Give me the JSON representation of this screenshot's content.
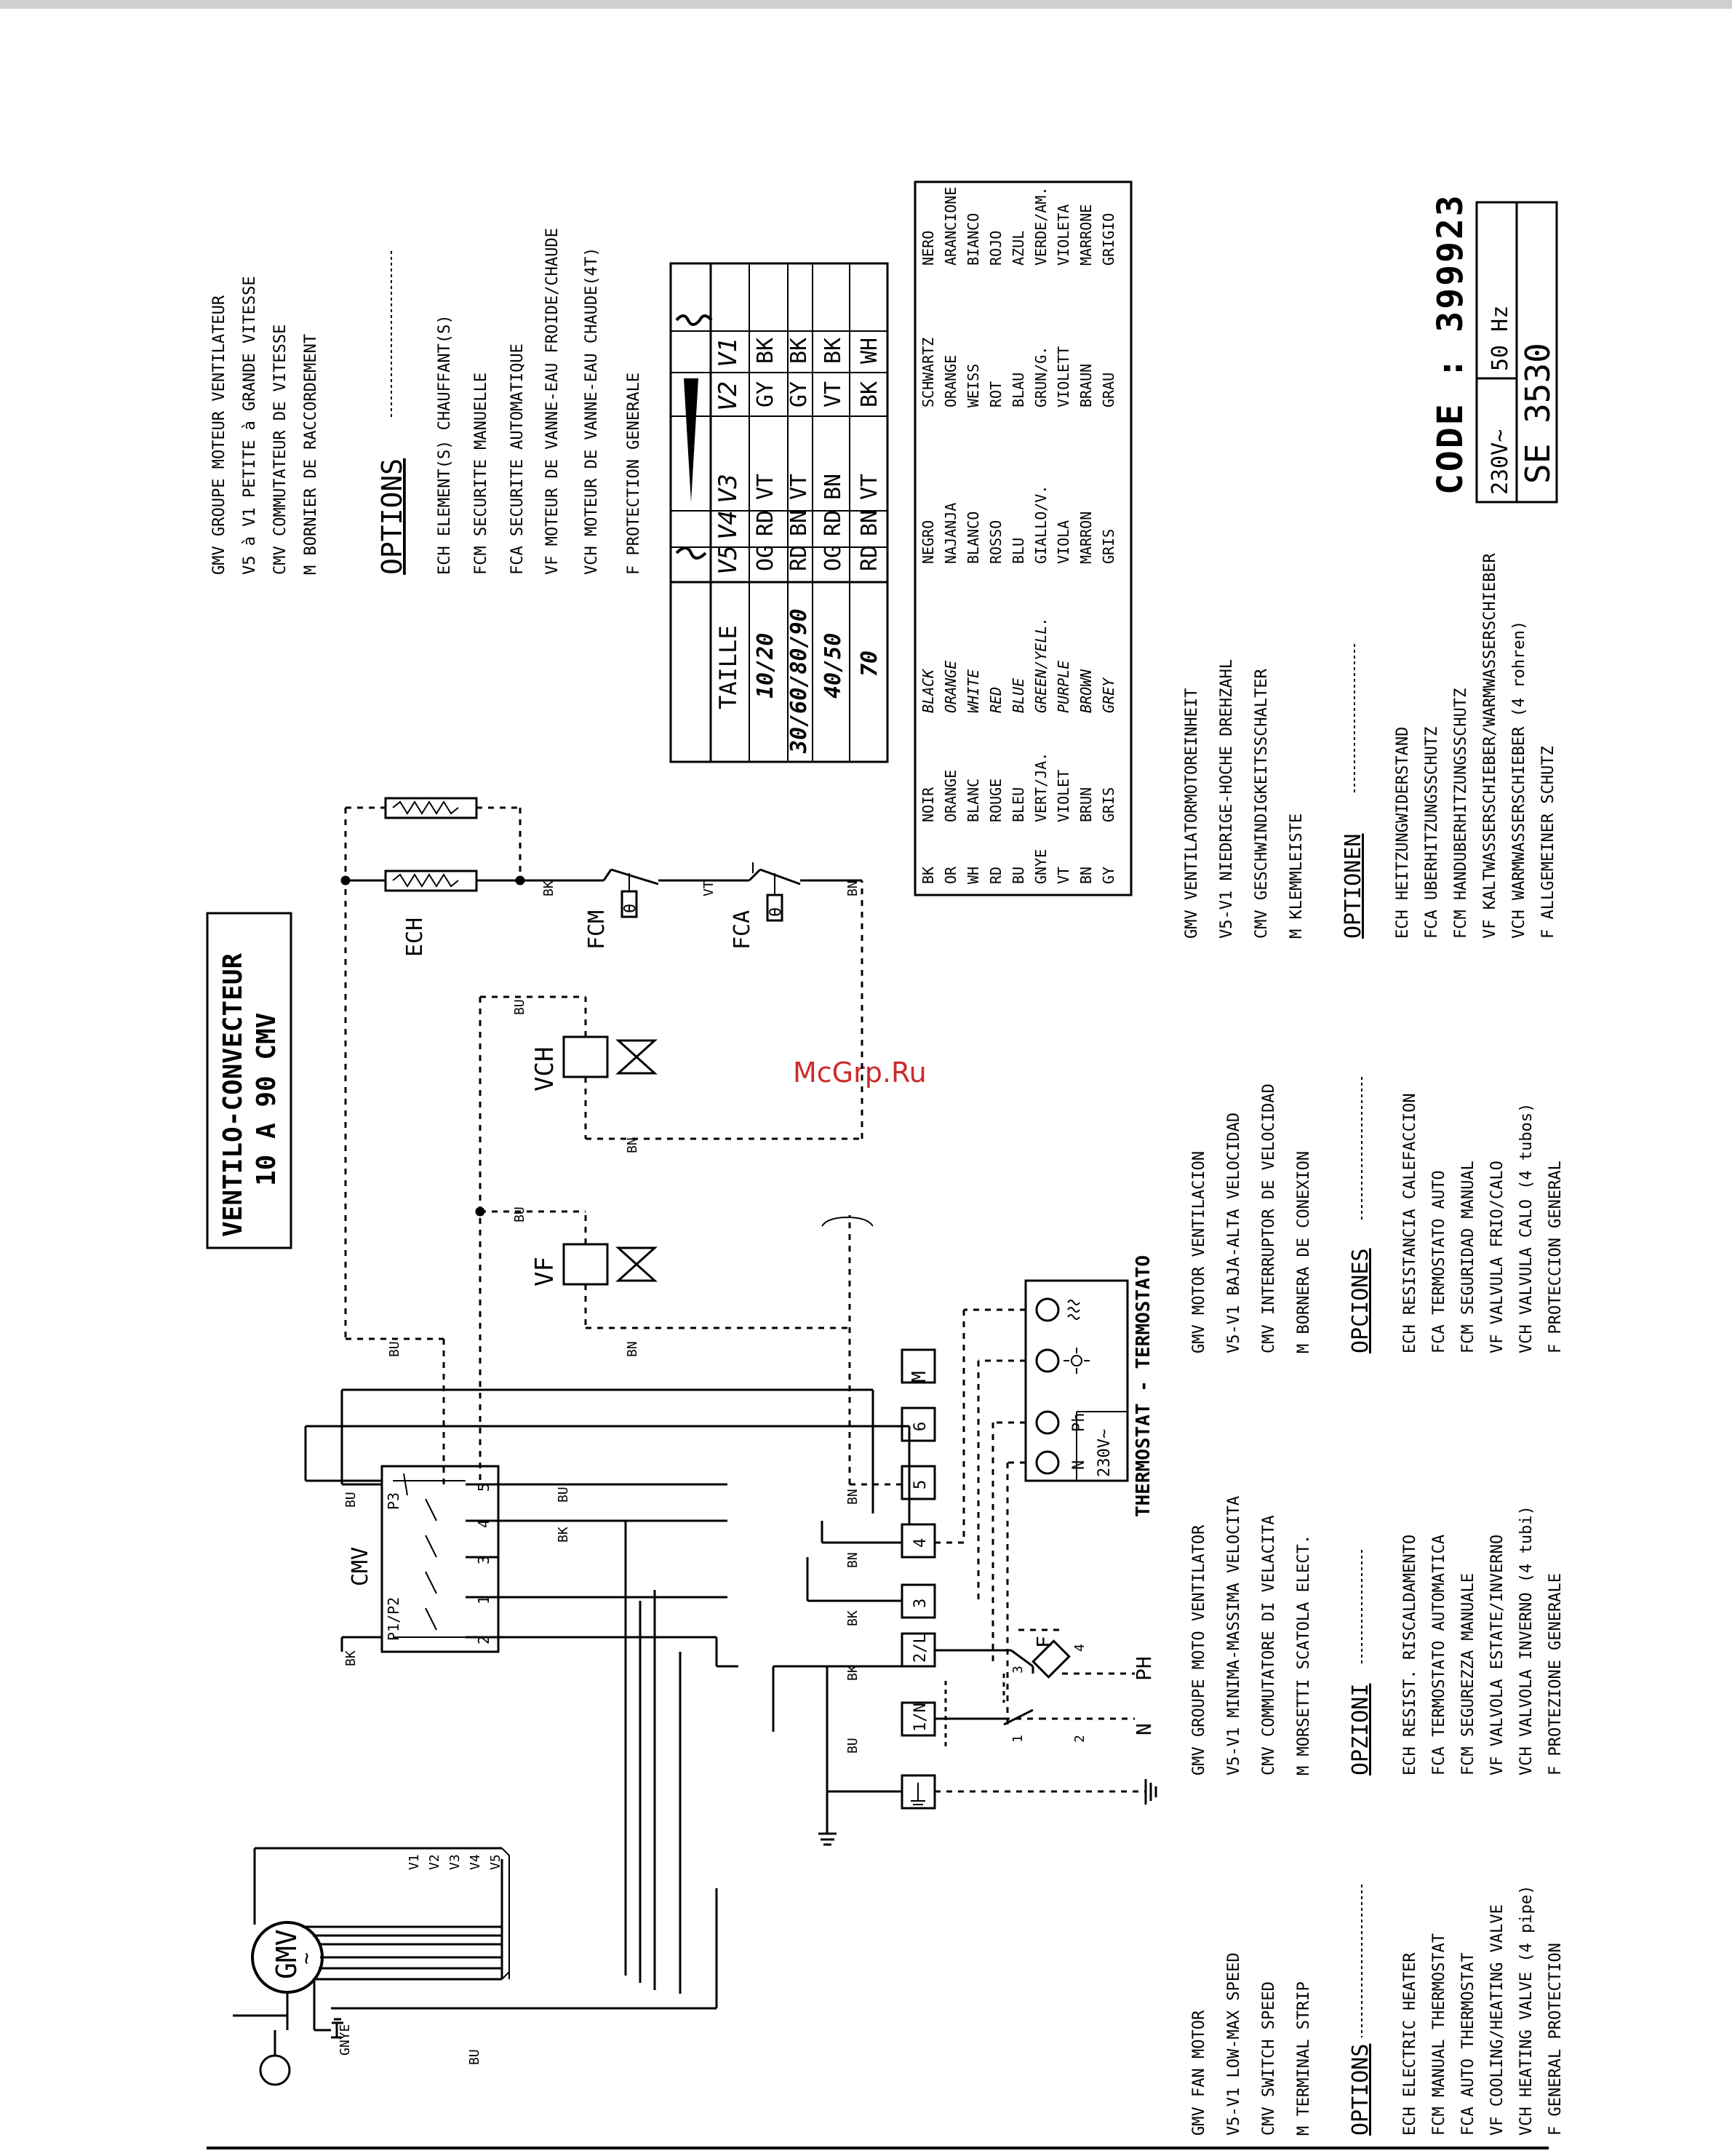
{
  "watermark": "McGrp.Ru",
  "title": {
    "line1": "VENTILO-CONVECTEUR",
    "line2": "10 A 90 CMV"
  },
  "legend_fr": {
    "lines": [
      "GMV GROUPE MOTEUR VENTILATEUR",
      "V5 à V1   PETITE à GRANDE VITESSE",
      "CMV COMMUTATEUR DE VITESSE",
      "M BORNIER DE RACCORDEMENT"
    ],
    "options_title": "OPTIONS",
    "options": [
      "ECH ELEMENT(S) CHAUFFANT(S)",
      "FCM SECURITE MANUELLE",
      "FCA SECURITE AUTOMATIQUE",
      "VF MOTEUR DE VANNE-EAU FROIDE/CHAUDE",
      "VCH MOTEUR DE VANNE-EAU CHAUDE(4T)",
      "F PROTECTION GENERALE"
    ]
  },
  "legend_de": {
    "lines": [
      "GMV VENTILATORMOTOREINHEIT",
      "V5-V1 NIEDRIGE-HOCHE DREHZAHL",
      "CMV GESCHWINDIGKEITSSCHALTER",
      "M KLEMMLEISTE"
    ],
    "options_title": "OPTIONEN",
    "options": [
      "ECH HEITZUNGWIDERSTAND",
      "FCA UBERHITZUNGSSCHUTZ",
      "FCM HANDUBERHITZUNGSSCHUTZ",
      "VF KALTWASSERSCHIEBER/WARMWASSERSCHIEBER",
      "VCH WARMWASSERSCHIEBER (4 rohren)",
      "F ALLGEMEINER SCHUTZ"
    ]
  },
  "legend_es": {
    "lines": [
      "GMV MOTOR VENTILACION",
      "V5-V1 BAJA-ALTA VELOCIDAD",
      "CMV INTERRUPTOR DE VELOCIDAD",
      "M BORNERA DE CONEXION"
    ],
    "options_title": "OPCIONES",
    "options": [
      "ECH RESISTANCIA CALEFACCION",
      "FCA TERMOSTATO AUTO",
      "FCM SEGURIDAD MANUAL",
      "VF VALVULA FRIO/CALO",
      "VCH VALVULA CALO (4 tubos)",
      "F PROTECCION GENERAL"
    ]
  },
  "legend_it": {
    "lines": [
      "GMV GROUPE MOTO VENTILATOR",
      "V5-V1 MINIMA-MASSIMA VELOCITA",
      "CMV COMMUTATORE DI VELACITA",
      "M MORSETTI SCATOLA ELECT."
    ],
    "options_title": "OPZIONI",
    "options": [
      "ECH RESIST. RISCALDAMENTO",
      "FCA TERMOSTATO AUTOMATICA",
      "FCM SEGUREZZA MANUALE",
      "VF VALVOLA ESTATE/INVERNO",
      "VCH VALVOLA INVERNO (4 tubi)",
      "F PROTEZIONE GENERALE"
    ]
  },
  "legend_en": {
    "lines": [
      "GMV FAN MOTOR",
      "V5-V1 LOW-MAX SPEED",
      "CMV SWITCH SPEED",
      "M TERMINAL STRIP"
    ],
    "options_title": "OPTIONS",
    "options": [
      "ECH ELECTRIC HEATER",
      "FCM MANUAL THERMOSTAT",
      "FCA AUTO THERMOSTAT",
      "VF COOLING/HEATING VALVE",
      "VCH HEATING VALVE (4 pipe)",
      "F GENERAL PROTECTION"
    ]
  },
  "speed_table": {
    "header": [
      "TAILLE",
      "V5",
      "V4",
      "V3",
      "V2",
      "V1"
    ],
    "rows": [
      [
        "10/20",
        "OG",
        "RD",
        "VT",
        "GY",
        "BK"
      ],
      [
        "30/60/80/90",
        "RD",
        "BN",
        "VT",
        "GY",
        "BK"
      ],
      [
        "40/50",
        "OG",
        "RD",
        "BN",
        "VT",
        "BK"
      ],
      [
        "70",
        "RD",
        "BN",
        "VT",
        "BK",
        "WH"
      ]
    ]
  },
  "color_table": {
    "codes": [
      "BK",
      "OR",
      "WH",
      "RD",
      "BU",
      "GNYE",
      "VT",
      "BN",
      "GY"
    ],
    "fr": [
      "NOIR",
      "ORANGE",
      "BLANC",
      "ROUGE",
      "BLEU",
      "VERT/JA.",
      "VIOLET",
      "BRUN",
      "GRIS"
    ],
    "en": [
      "BLACK",
      "ORANGE",
      "WHITE",
      "RED",
      "BLUE",
      "GREEN/YELL.",
      "PURPLE",
      "BROWN",
      "GREY"
    ],
    "es": [
      "NEGRO",
      "NAJANJA",
      "BLANCO",
      "ROSSO",
      "BLU",
      "GIALLO/V.",
      "VIOLA",
      "MARRON",
      "GRIS"
    ],
    "de": [
      "SCHWARTZ",
      "ORANGE",
      "WEISS",
      "ROT",
      "BLAU",
      "GRUN/G.",
      "VIOLETT",
      "BRAUN",
      "GRAU"
    ],
    "it": [
      "NERO",
      "ARANCIONE",
      "BIANCO",
      "ROJO",
      "AZUL",
      "VERDE/AM.",
      "VIOLETA",
      "MARRONE",
      "GRIGIO"
    ]
  },
  "code_block": {
    "code": "CODE : 399923",
    "voltage": "230V~",
    "frequency": "50 Hz",
    "model": "SE 3530"
  },
  "diagram": {
    "motor": "GMV",
    "motor_ac": "~",
    "gnye": "GNYE",
    "speeds": [
      "V1",
      "V2",
      "V3",
      "V4",
      "V5"
    ],
    "cmv": "CMV",
    "cmv_labels": [
      "P1/P2",
      "P3"
    ],
    "cmv_contacts": [
      "2",
      "1",
      "3",
      "4",
      "5"
    ],
    "terminals": [
      "1/N",
      "2/L",
      "3",
      "4",
      "5",
      "6"
    ],
    "terminal_strip": "M",
    "thermostat": "THERMOSTAT - TERMOSTATO",
    "thermostat_labels": [
      "N",
      "Ph",
      "230V~"
    ],
    "ech": "ECH",
    "fcm": "FCM",
    "fca": "FCA",
    "vf": "VF",
    "vch": "VCH",
    "fuse": "F",
    "fuse_pins": [
      "1",
      "2",
      "3",
      "4"
    ],
    "supply": [
      "N",
      "PH"
    ],
    "wire_labels": {
      "bu": "BU",
      "bk": "BK",
      "bn": "BN",
      "vt": "VT"
    },
    "thermal_switch": "θ"
  }
}
